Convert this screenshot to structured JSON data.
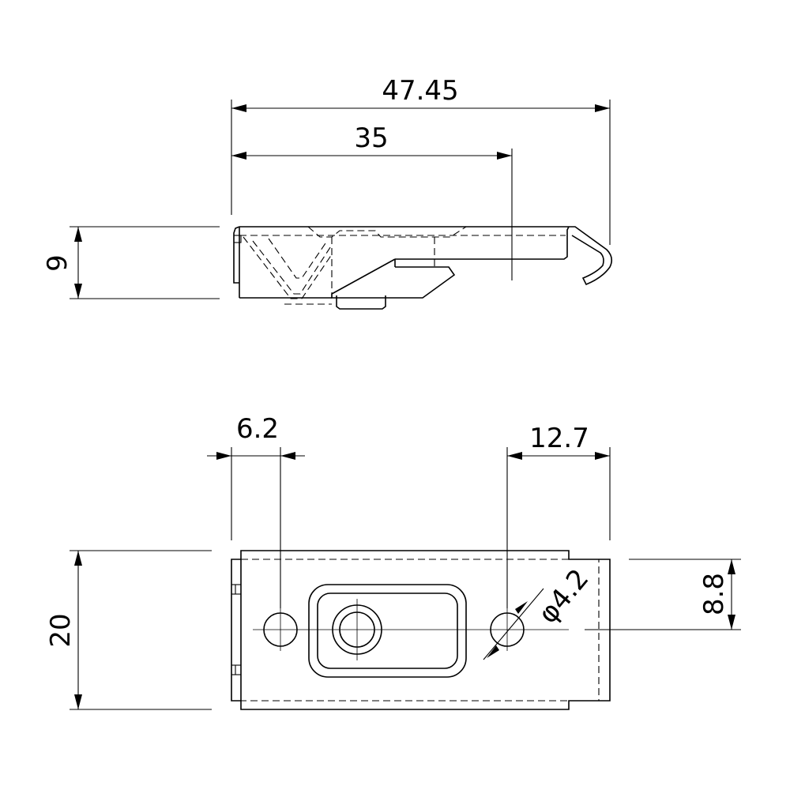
{
  "dimensions": {
    "overall_length": "47.45",
    "inner_length": "35",
    "height": "9",
    "hole_offset_left": "6.2",
    "hole_offset_right": "12.7",
    "width": "20",
    "hole_center_height": "8.8",
    "hole_diameter": "φ4.2"
  }
}
